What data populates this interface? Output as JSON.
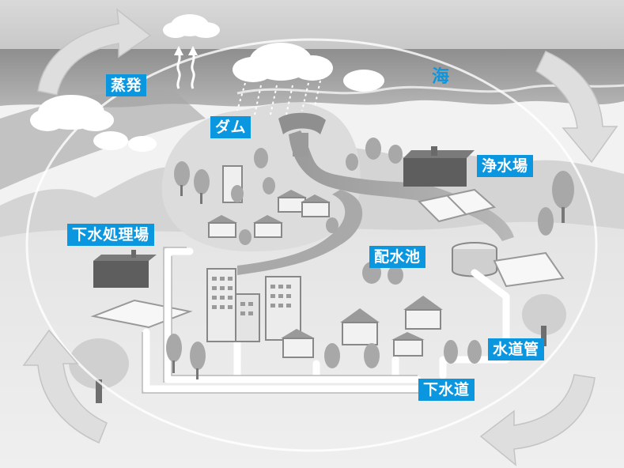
{
  "labels": {
    "evaporation": "蒸発",
    "sea": "海",
    "dam": "ダム",
    "water_purification_plant": "浄水場",
    "sewage_treatment_plant": "下水処理場",
    "distribution_reservoir": "配水池",
    "water_pipe": "水道管",
    "sewer": "下水道"
  },
  "colors": {
    "label_background": "#0b96e0",
    "label_text": "#ffffff",
    "sea_text": "#0b96e0"
  }
}
